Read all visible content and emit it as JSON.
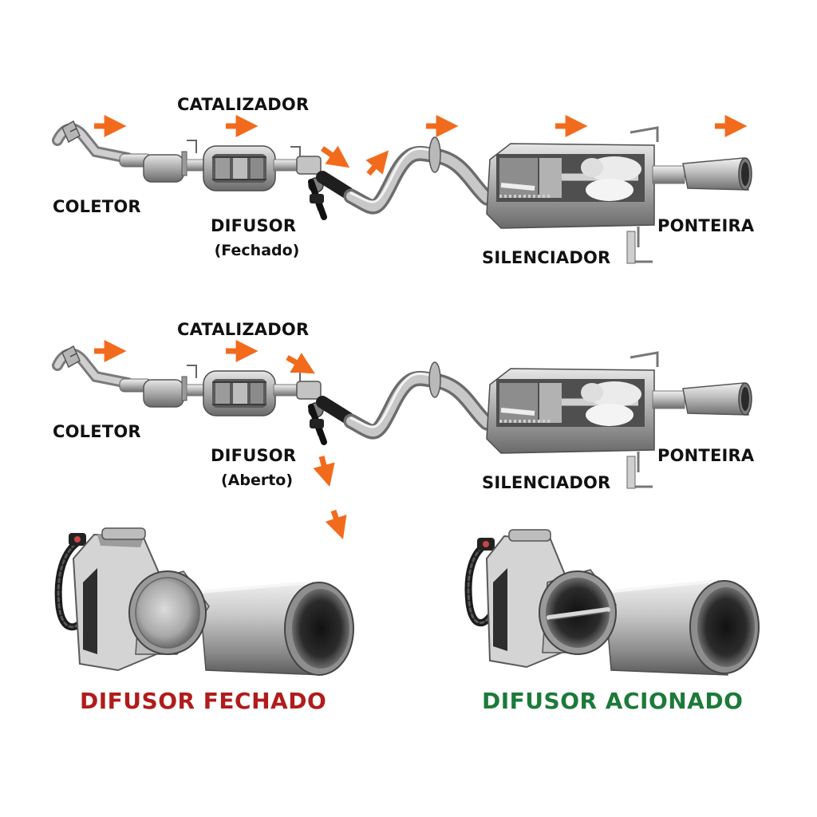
{
  "colors": {
    "arrow": "#f26b1d",
    "closed_caption": "#b01c1c",
    "open_caption": "#1c7a3a",
    "label": "#111111"
  },
  "diagram_top": {
    "coletor": "COLETOR",
    "catalizador": "CATALIZADOR",
    "difusor": "DIFUSOR",
    "difusor_state": "(Fechado)",
    "silenciador": "SILENCIADOR",
    "ponteira": "PONTEIRA"
  },
  "diagram_bottom": {
    "coletor": "COLETOR",
    "catalizador": "CATALIZADOR",
    "difusor": "DIFUSOR",
    "difusor_state": "(Aberto)",
    "silenciador": "SILENCIADOR",
    "ponteira": "PONTEIRA"
  },
  "captions": {
    "closed": "DIFUSOR FECHADO",
    "open": "DIFUSOR ACIONADO"
  }
}
